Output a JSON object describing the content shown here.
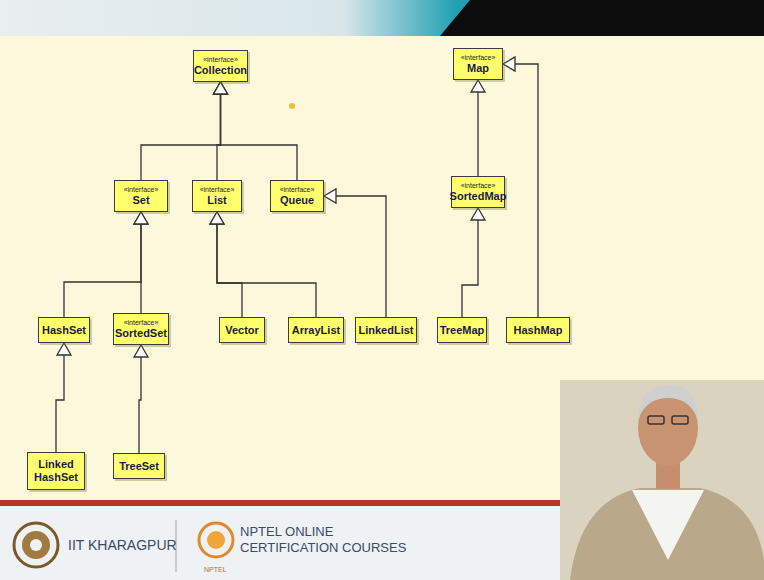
{
  "diagram": {
    "nodes": [
      {
        "text": [
          "«interface»",
          "Collection"
        ]
      },
      {
        "text": [
          "«interface»",
          "Map"
        ]
      },
      {
        "text": [
          "«interface»",
          "Set"
        ]
      },
      {
        "text": [
          "«interface»",
          "List"
        ]
      },
      {
        "text": [
          "«interface»",
          "Queue"
        ]
      },
      {
        "text": [
          "«interface»",
          "SortedMap"
        ]
      },
      {
        "text": [
          "HashSet"
        ]
      },
      {
        "text": [
          "«interface»",
          "SortedSet"
        ]
      },
      {
        "text": [
          "Vector"
        ]
      },
      {
        "text": [
          "ArrayList"
        ]
      },
      {
        "text": [
          "LinkedList"
        ]
      },
      {
        "text": [
          "TreeMap"
        ]
      },
      {
        "text": [
          "HashMap"
        ]
      },
      {
        "text": [
          "Linked HashSet"
        ]
      },
      {
        "text": [
          "TreeSet"
        ]
      }
    ],
    "edges": [
      {
        "from": 2,
        "to": 0,
        "arrow": "to"
      },
      {
        "from": 3,
        "to": 0,
        "arrow": "to"
      },
      {
        "from": 4,
        "to": 0,
        "arrow": "to"
      },
      {
        "from": 6,
        "to": 2,
        "arrow": "to"
      },
      {
        "from": 7,
        "to": 2,
        "arrow": "to"
      },
      {
        "from": 8,
        "to": 3,
        "arrow": "to"
      },
      {
        "from": 9,
        "to": 3,
        "arrow": "to"
      },
      {
        "from": 10,
        "to": 4,
        "arrow": "to"
      },
      {
        "from": 13,
        "to": 6,
        "arrow": "to"
      },
      {
        "from": 14,
        "to": 7,
        "arrow": "to"
      },
      {
        "from": 5,
        "to": 1,
        "arrow": "to"
      },
      {
        "from": 11,
        "to": 5,
        "arrow": "to"
      },
      {
        "from": 12,
        "to": 1,
        "arrow": "to"
      }
    ],
    "labels": [
      "IIT KHARAGPUR",
      "NPTEL ONLINE CERTIFICATION COURSES",
      "NPTEL"
    ]
  }
}
